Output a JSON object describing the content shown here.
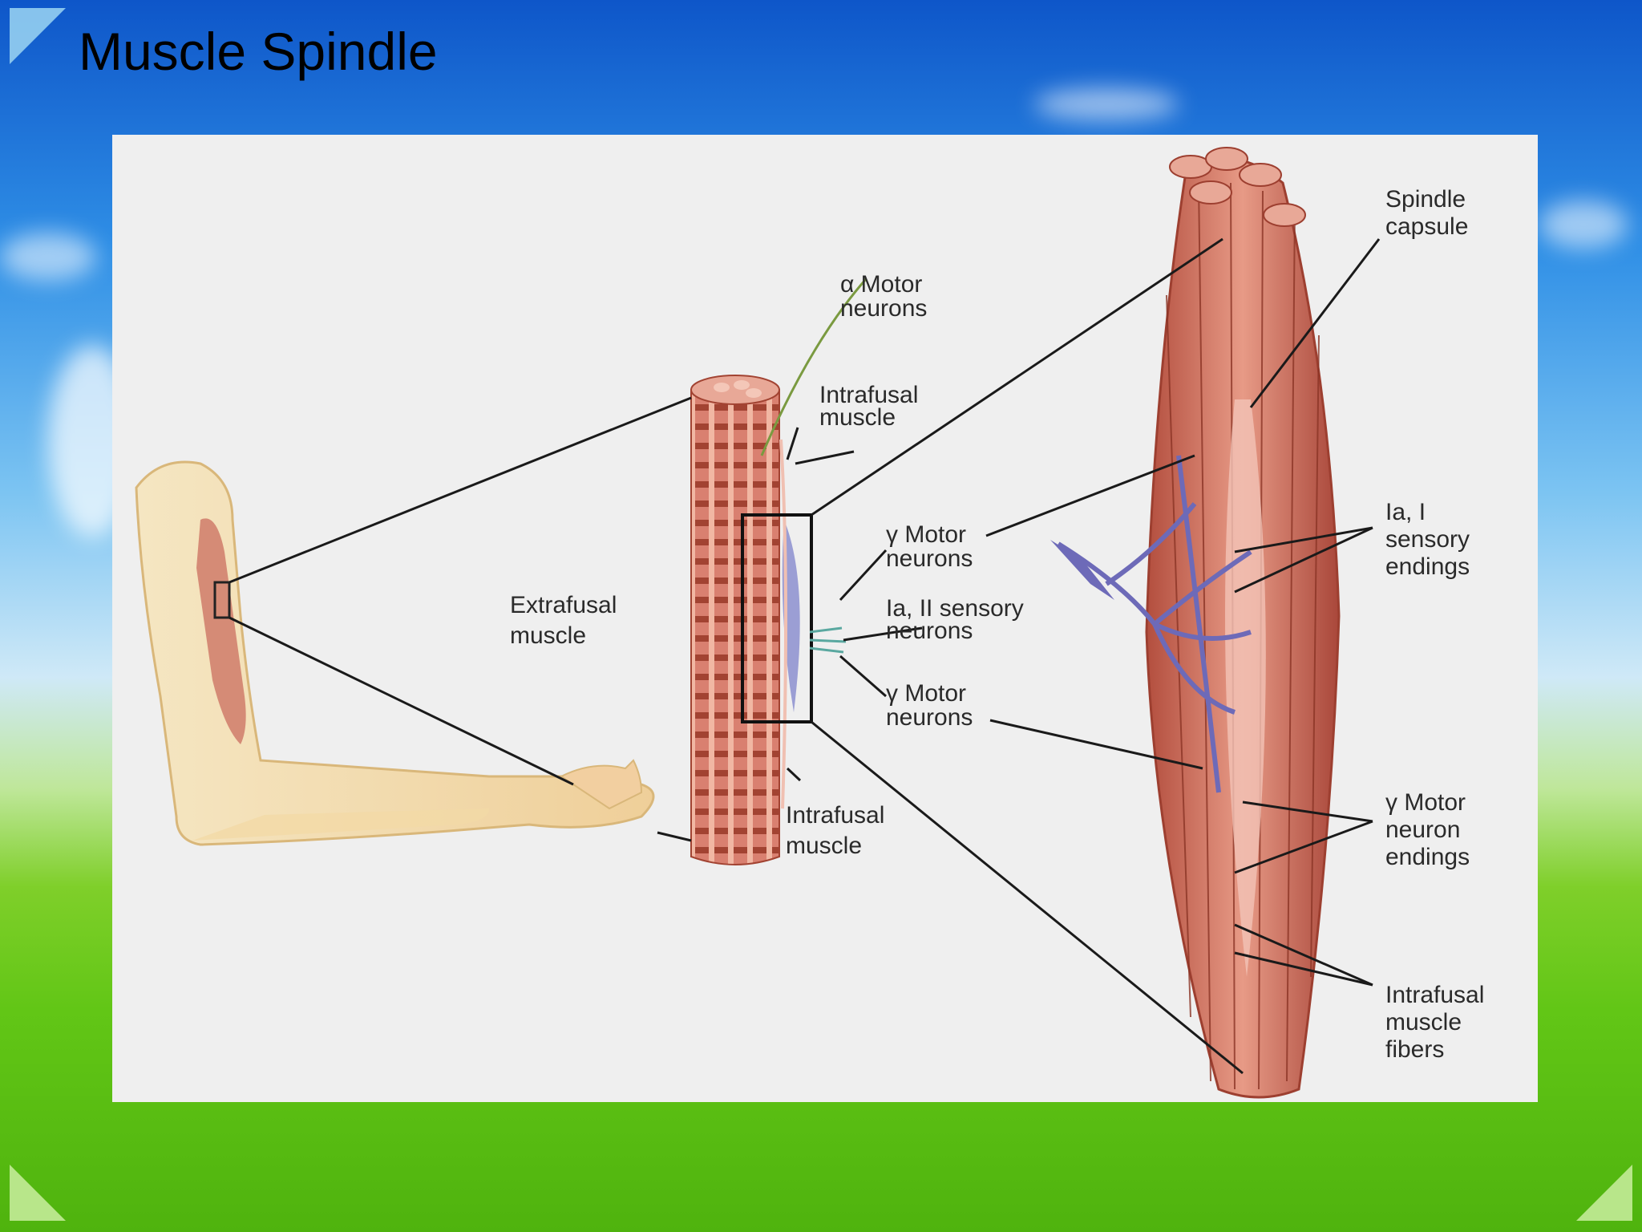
{
  "slide": {
    "title": "Muscle Spindle",
    "colors": {
      "sky_top": "#0e56c9",
      "grass": "#62c616",
      "panel": "#efefef",
      "muscle": "#c9695a"
    }
  },
  "diagram": {
    "labels": {
      "alpha_motor_neurons_1": "α Motor",
      "alpha_motor_neurons_2": "neurons",
      "intrafusal_top_1": "Intrafusal",
      "intrafusal_top_2": "muscle",
      "extrafusal_1": "Extrafusal",
      "extrafusal_2": "muscle",
      "gamma_motor_upper_1": "γ Motor",
      "gamma_motor_upper_2": "neurons",
      "sensory_neurons_1": "Ia, II sensory",
      "sensory_neurons_2": "neurons",
      "gamma_motor_lower_1": "γ Motor",
      "gamma_motor_lower_2": "neurons",
      "intrafusal_bottom_1": "Intrafusal",
      "intrafusal_bottom_2": "muscle",
      "spindle_capsule_1": "Spindle",
      "spindle_capsule_2": "capsule",
      "sensory_endings_1": "Ia, I",
      "sensory_endings_2": "sensory",
      "sensory_endings_3": "endings",
      "gamma_endings_1": "γ Motor",
      "gamma_endings_2": "neuron",
      "gamma_endings_3": "endings",
      "intrafusal_fibers_1": "Intrafusal",
      "intrafusal_fibers_2": "muscle",
      "intrafusal_fibers_3": "fibers"
    }
  }
}
